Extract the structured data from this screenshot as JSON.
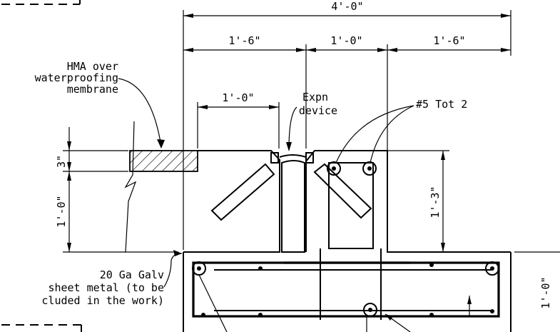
{
  "dimensions": {
    "overall_width": "4'-0\"",
    "left_width": "1'-6\"",
    "center_width": "1'-0\"",
    "right_width": "1'-6\"",
    "pave_width": "1'-0\"",
    "hma_thickness": "3\"",
    "deck_depth": "1'-0\"",
    "curb_height": "1'-3\"",
    "lower_depth": "1'-0\""
  },
  "labels": {
    "hma_line1": "HMA over",
    "hma_line2": "waterproofing",
    "hma_line3": "membrane",
    "expn_line1": "Expn",
    "expn_line2": "device",
    "rebar": "#5 Tot 2",
    "galv_line1": "20 Ga Galv",
    "galv_line2": "sheet metal (to be",
    "galv_line3": "cluded in the work)"
  }
}
